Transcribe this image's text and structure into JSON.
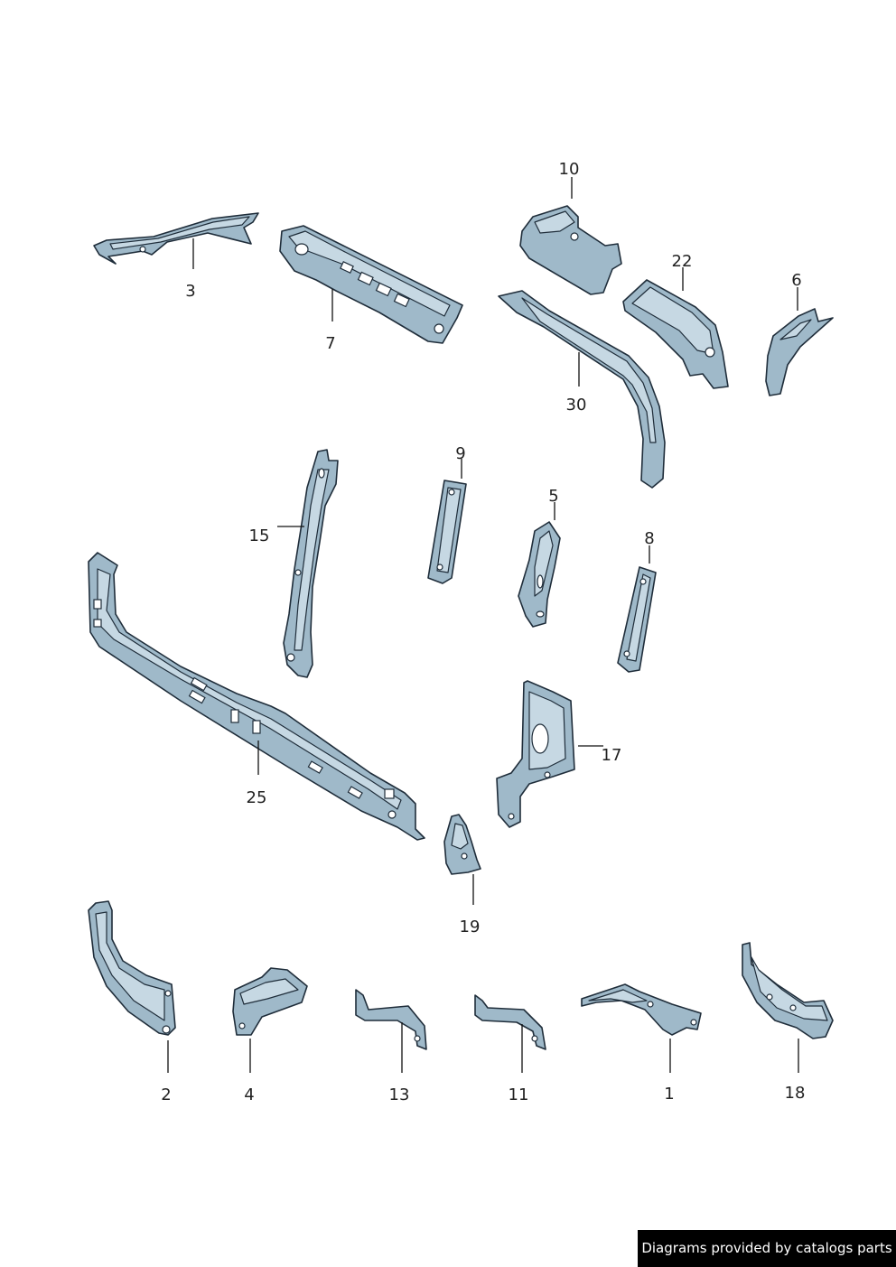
{
  "callouts": [
    "10",
    "3",
    "7",
    "22",
    "6",
    "30",
    "9",
    "5",
    "15",
    "8",
    "17",
    "25",
    "19",
    "2",
    "4",
    "13",
    "11",
    "1",
    "18"
  ],
  "footer": {
    "credit": "Diagrams provided by catalogs parts"
  },
  "colors": {
    "part_fill": "#9fb9c9",
    "part_highlight": "#c6d8e3",
    "outline": "#1f2d3a",
    "footer_bg": "#000000"
  }
}
